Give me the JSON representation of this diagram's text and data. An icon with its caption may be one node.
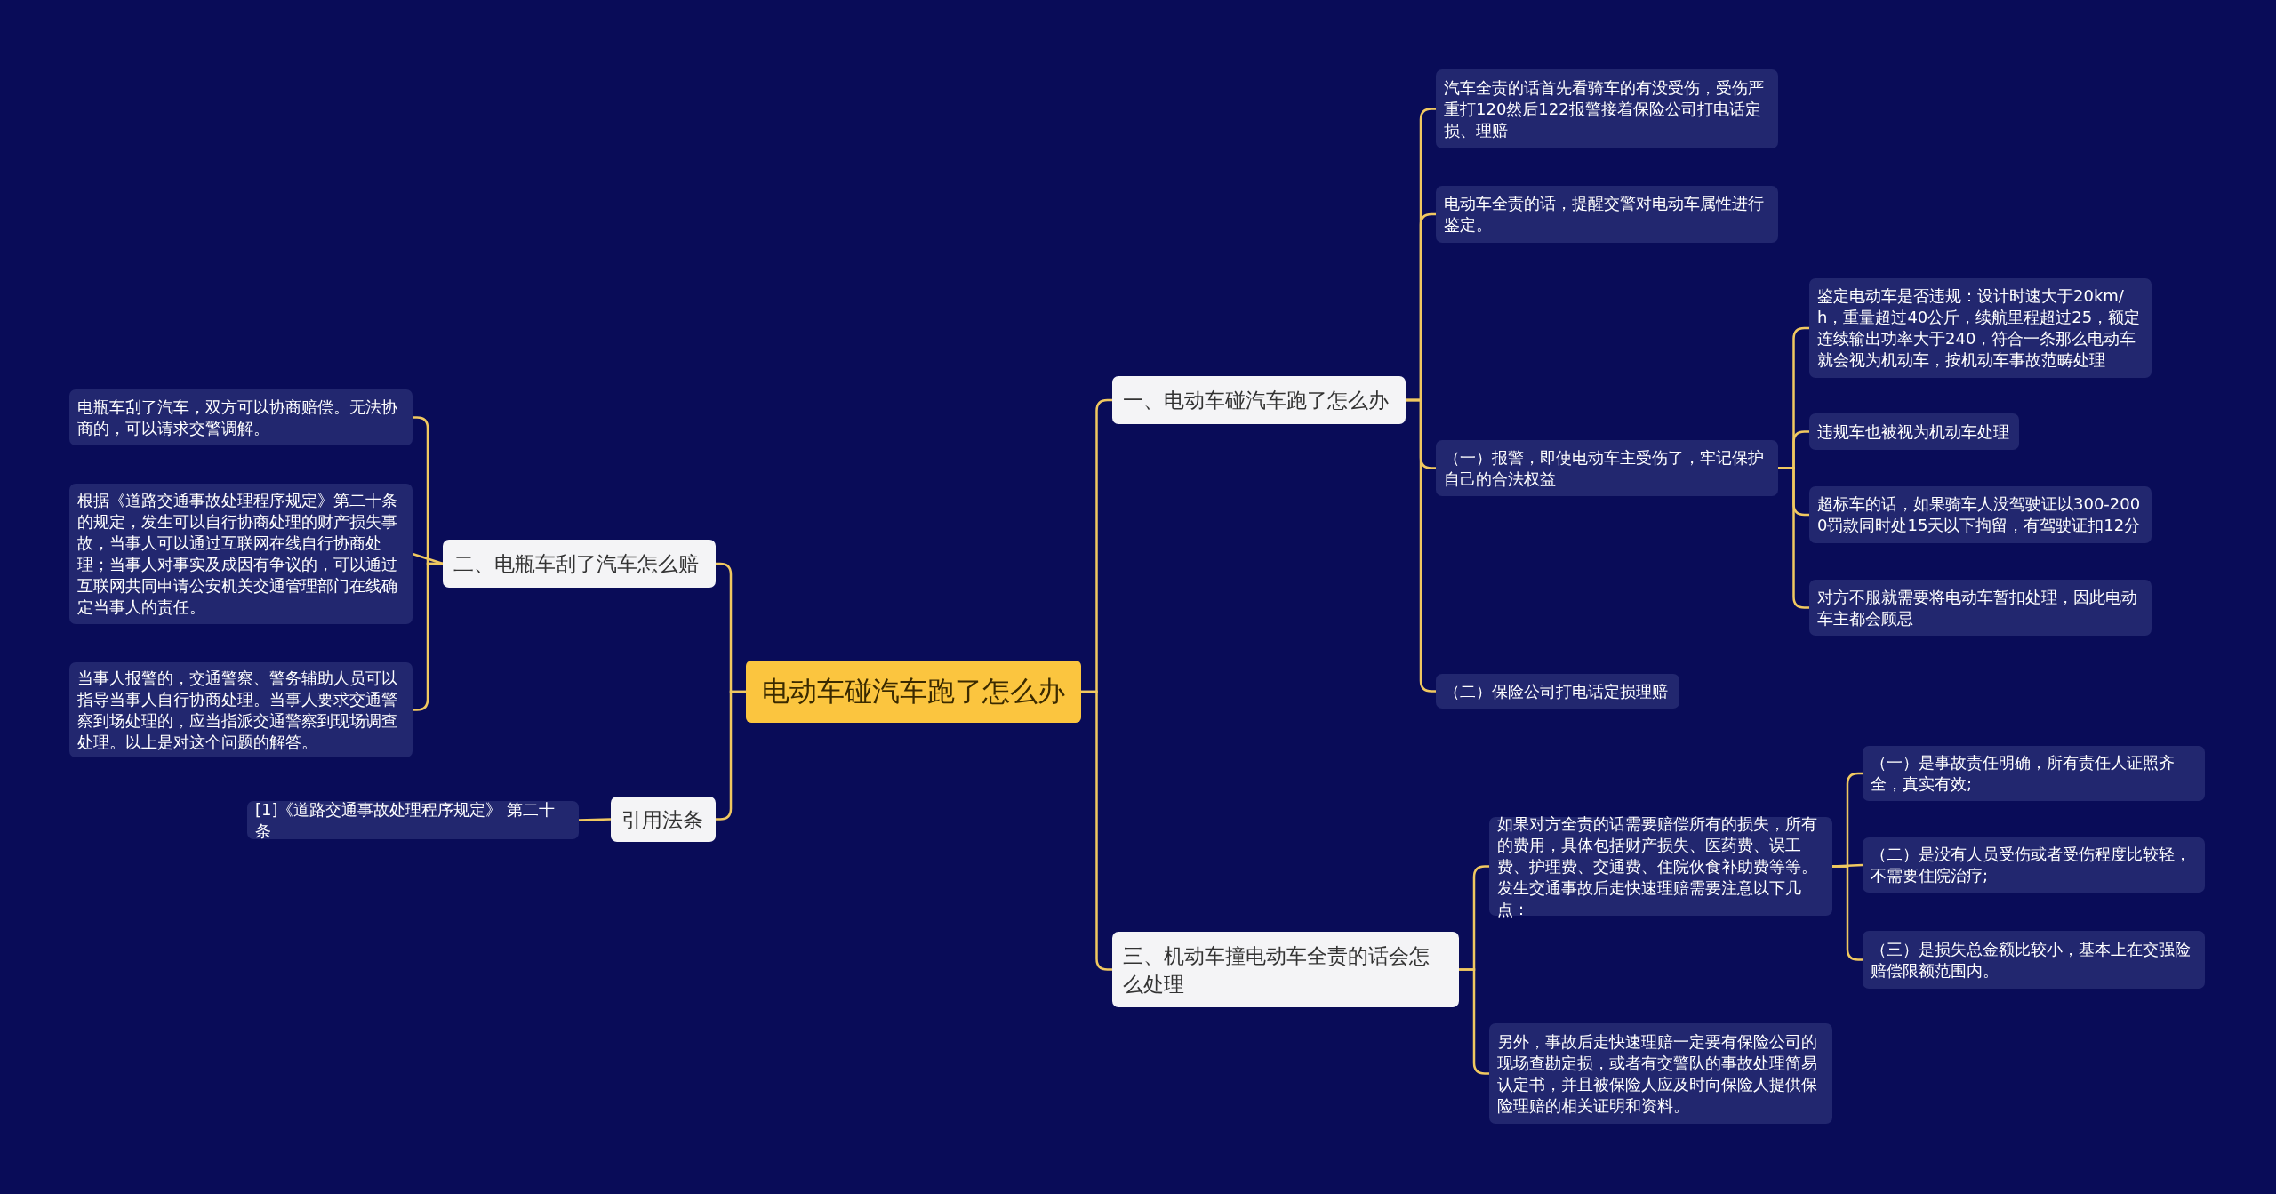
{
  "diagram": {
    "nodes": [
      {
        "text": [
          "电动车碰汽车跑了怎么办"
        ]
      },
      {
        "text": [
          "二、电瓶车刮了汽车怎么赔"
        ]
      },
      {
        "text": [
          "电瓶车刮了汽车，双方可以协商赔偿。无法协商的，可以请求交警调解。"
        ]
      },
      {
        "text": [
          "根据《道路交通事故处理程序规定》第二十条的规定，发生可以自行协商处理的财产损失事故，当事人可以通过互联网在线自行协商处理；当事人对事实及成因有争议的，可以通过互联网共同申请公安机关交通管理部门在线确定当事人的责任。"
        ]
      },
      {
        "text": [
          "当事人报警的，交通警察、警务辅助人员可以指导当事人自行协商处理。当事人要求交通警察到场处理的，应当指派交通警察到现场调查处理。以上是对这个问题的解答。"
        ]
      },
      {
        "text": [
          "引用法条"
        ]
      },
      {
        "text": [
          "[1]《道路交通事故处理程序规定》 第二十条"
        ]
      },
      {
        "text": [
          "一、电动车碰汽车跑了怎么办"
        ]
      },
      {
        "text": [
          "汽车全责的话首先看骑车的有没受伤，受伤严重打120然后122报警接着保险公司打电话定损、理赔"
        ]
      },
      {
        "text": [
          "电动车全责的话，提醒交警对电动车属性进行鉴定。"
        ]
      },
      {
        "text": [
          "（一）报警，即使电动车主受伤了，牢记保护自己的合法权益"
        ]
      },
      {
        "text": [
          "鉴定电动车是否违规：设计时速大于20km/h，重量超过40公斤，续航里程超过25，额定连续输出功率大于240，符合一条那么电动车就会视为机动车，按机动车事故范畴处理"
        ]
      },
      {
        "text": [
          "违规车也被视为机动车处理"
        ]
      },
      {
        "text": [
          "超标车的话，如果骑车人没驾驶证以300-2000罚款同时处15天以下拘留，有驾驶证扣12分"
        ]
      },
      {
        "text": [
          "对方不服就需要将电动车暂扣处理，因此电动车主都会顾忌"
        ]
      },
      {
        "text": [
          "（二）保险公司打电话定损理赔"
        ]
      },
      {
        "text": [
          "三、机动车撞电动车全责的话会怎么处理"
        ]
      },
      {
        "text": [
          "如果对方全责的话需要赔偿所有的损失，所有的费用，具体包括财产损失、医药费、误工费、护理费、交通费、住院伙食补助费等等。发生交通事故后走快速理赔需要注意以下几点："
        ]
      },
      {
        "text": [
          "（一）是事故责任明确，所有责任人证照齐全，真实有效;"
        ]
      },
      {
        "text": [
          "（二）是没有人员受伤或者受伤程度比较轻，不需要住院治疗;"
        ]
      },
      {
        "text": [
          "（三）是损失总金额比较小，基本上在交强险赔偿限额范围内。"
        ]
      },
      {
        "text": [
          "另外，事故后走快速理赔一定要有保险公司的现场查勘定损，或者有交警队的事故处理简易认定书，并且被保险人应及时向保险人提供保险理赔的相关证明和资料。"
        ]
      }
    ],
    "edges": [
      {
        "from": 0,
        "to": 1,
        "arrow": "none"
      },
      {
        "from": 1,
        "to": 2,
        "arrow": "none"
      },
      {
        "from": 1,
        "to": 3,
        "arrow": "none"
      },
      {
        "from": 1,
        "to": 4,
        "arrow": "none"
      },
      {
        "from": 0,
        "to": 5,
        "arrow": "none"
      },
      {
        "from": 5,
        "to": 6,
        "arrow": "none"
      },
      {
        "from": 0,
        "to": 7,
        "arrow": "none"
      },
      {
        "from": 7,
        "to": 8,
        "arrow": "none"
      },
      {
        "from": 7,
        "to": 9,
        "arrow": "none"
      },
      {
        "from": 7,
        "to": 10,
        "arrow": "none"
      },
      {
        "from": 10,
        "to": 11,
        "arrow": "none"
      },
      {
        "from": 10,
        "to": 12,
        "arrow": "none"
      },
      {
        "from": 10,
        "to": 13,
        "arrow": "none"
      },
      {
        "from": 10,
        "to": 14,
        "arrow": "none"
      },
      {
        "from": 7,
        "to": 15,
        "arrow": "none"
      },
      {
        "from": 0,
        "to": 16,
        "arrow": "none"
      },
      {
        "from": 16,
        "to": 17,
        "arrow": "none"
      },
      {
        "from": 17,
        "to": 18,
        "arrow": "none"
      },
      {
        "from": 17,
        "to": 19,
        "arrow": "none"
      },
      {
        "from": 17,
        "to": 20,
        "arrow": "none"
      },
      {
        "from": 16,
        "to": 21,
        "arrow": "none"
      }
    ]
  }
}
